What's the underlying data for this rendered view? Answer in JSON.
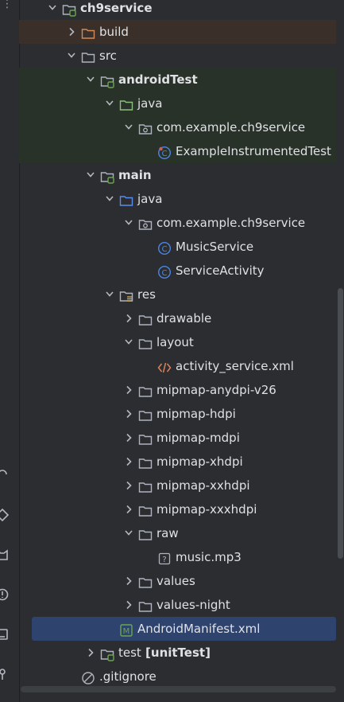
{
  "colors": {
    "folder": "#aeb3bd",
    "folder_orange": "#d08a5a",
    "folder_green": "#8cc07a",
    "folder_blue": "#5a8cf0",
    "class_blue": "#4a86e8",
    "xml_orange": "#d9825b",
    "manifest_green": "#6aa84f",
    "selection": "#2e436e"
  },
  "gutter": {
    "more_icon": "ellipsis-icon",
    "tool_icons": [
      "branch-icon",
      "diamond-icon",
      "cat-icon",
      "bug-icon",
      "terminal-icon",
      "git-icon"
    ]
  },
  "tree": {
    "items": [
      {
        "label": "ch9service",
        "icon": "module-folder-icon",
        "expanded": true,
        "bold": true
      },
      {
        "label": "build",
        "icon": "folder-orange-icon",
        "expanded": false
      },
      {
        "label": "src",
        "icon": "folder-icon",
        "expanded": true
      },
      {
        "label": "androidTest",
        "icon": "module-folder-icon",
        "expanded": true,
        "bold": true
      },
      {
        "label": "java",
        "icon": "folder-green-icon",
        "expanded": true
      },
      {
        "label": "com.example.ch9service",
        "icon": "package-icon",
        "expanded": true
      },
      {
        "label": "ExampleInstrumentedTest",
        "icon": "test-class-icon"
      },
      {
        "label": "main",
        "icon": "module-folder-icon",
        "expanded": true,
        "bold": true
      },
      {
        "label": "java",
        "icon": "folder-blue-icon",
        "expanded": true
      },
      {
        "label": "com.example.ch9service",
        "icon": "package-icon",
        "expanded": true
      },
      {
        "label": "MusicService",
        "icon": "class-icon"
      },
      {
        "label": "ServiceActivity",
        "icon": "class-icon"
      },
      {
        "label": "res",
        "icon": "resource-folder-icon",
        "expanded": true
      },
      {
        "label": "drawable",
        "icon": "folder-icon",
        "expanded": false
      },
      {
        "label": "layout",
        "icon": "folder-icon",
        "expanded": true
      },
      {
        "label": "activity_service.xml",
        "icon": "xml-file-icon"
      },
      {
        "label": "mipmap-anydpi-v26",
        "icon": "folder-icon",
        "expanded": false
      },
      {
        "label": "mipmap-hdpi",
        "icon": "folder-icon",
        "expanded": false
      },
      {
        "label": "mipmap-mdpi",
        "icon": "folder-icon",
        "expanded": false
      },
      {
        "label": "mipmap-xhdpi",
        "icon": "folder-icon",
        "expanded": false
      },
      {
        "label": "mipmap-xxhdpi",
        "icon": "folder-icon",
        "expanded": false
      },
      {
        "label": "mipmap-xxxhdpi",
        "icon": "folder-icon",
        "expanded": false
      },
      {
        "label": "raw",
        "icon": "folder-icon",
        "expanded": true
      },
      {
        "label": "music.mp3",
        "icon": "unknown-file-icon"
      },
      {
        "label": "values",
        "icon": "folder-icon",
        "expanded": false
      },
      {
        "label": "values-night",
        "icon": "folder-icon",
        "expanded": false
      },
      {
        "label": "AndroidManifest.xml",
        "icon": "manifest-icon",
        "selected": true
      },
      {
        "label": "test",
        "suffix": "[unitTest]",
        "icon": "module-folder-icon",
        "expanded": false
      },
      {
        "label": ".gitignore",
        "icon": "gitignore-icon"
      }
    ]
  }
}
